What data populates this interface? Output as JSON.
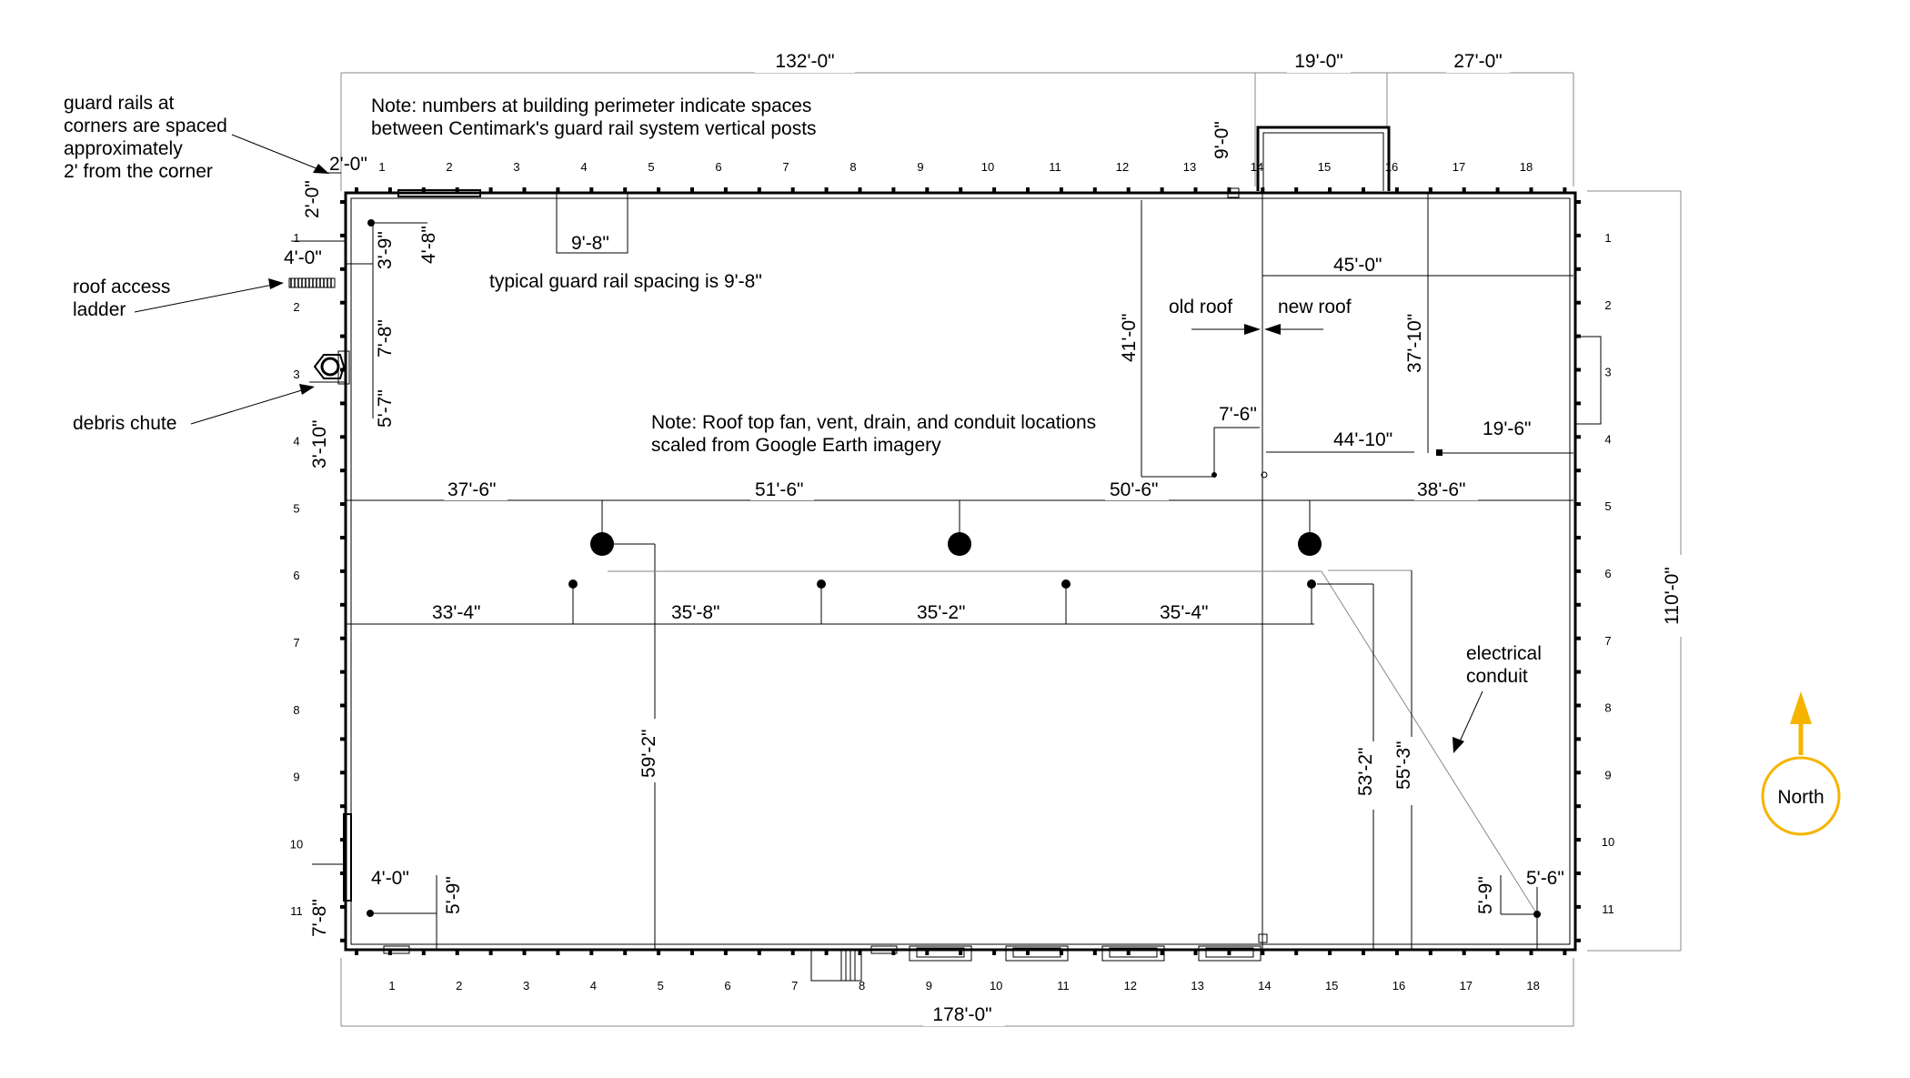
{
  "overall": {
    "top_width": "132'-0\"",
    "top_mid": "19'-0\"",
    "top_right": "27'-0\"",
    "bottom_width": "178'-0\"",
    "right_height": "110'-0\""
  },
  "notes": {
    "perimeter_line1": "Note: numbers at building perimeter indicate spaces",
    "perimeter_line2": "between Centimark's guard rail system vertical posts",
    "typical_spacing": "typical guard rail spacing is 9'-8\"",
    "roof_line1": "Note: Roof top fan, vent, drain, and conduit locations",
    "roof_line2": "scaled from Google Earth imagery"
  },
  "callouts": {
    "guard_line1": "guard rails at",
    "guard_line2": "corners are spaced",
    "guard_line3": "approximately",
    "guard_line4": "2' from the corner",
    "ladder_line1": "roof access",
    "ladder_line2": "ladder",
    "chute": "debris chute",
    "old_roof": "old roof",
    "new_roof": "new roof",
    "conduit_line1": "electrical",
    "conduit_line2": "conduit",
    "north": "North"
  },
  "dims": {
    "corner_h": "2'-0\"",
    "corner_v": "2'-0\"",
    "nine_zero": "9'-0\"",
    "nine_eight": "9'-8\"",
    "three_nine": "3'-9\"",
    "four_eight": "4'-8\"",
    "four_zero_top": "4'-0\"",
    "seven_eight_left": "7'-8\"",
    "five_seven": "5'-7\"",
    "three_ten": "3'-10\"",
    "forty_one": "41'-0\"",
    "forty_five": "45'-0\"",
    "thirty_seven_ten": "37'-10\"",
    "seven_six": "7'-6\"",
    "forty_four_ten": "44'-10\"",
    "nineteen_six": "19'-6\"",
    "row1_a": "37'-6\"",
    "row1_b": "51'-6\"",
    "row1_c": "50'-6\"",
    "row1_d": "38'-6\"",
    "row2_a": "33'-4\"",
    "row2_b": "35'-8\"",
    "row2_c": "35'-2\"",
    "row2_d": "35'-4\"",
    "fifty_nine_two": "59'-2\"",
    "fifty_three_two": "53'-2\"",
    "fifty_five_three": "55'-3\"",
    "four_zero_bottom": "4'-0\"",
    "five_nine_left": "5'-9\"",
    "seven_eight_bottom": "7'-8\"",
    "five_nine_right": "5'-9\"",
    "five_six": "5'-6\""
  },
  "perimeter_numbers": {
    "top": [
      "1",
      "2",
      "3",
      "4",
      "5",
      "6",
      "7",
      "8",
      "9",
      "10",
      "11",
      "12",
      "13",
      "14",
      "15",
      "16",
      "17",
      "18"
    ],
    "bottom": [
      "1",
      "2",
      "3",
      "4",
      "5",
      "6",
      "7",
      "8",
      "9",
      "10",
      "11",
      "12",
      "13",
      "14",
      "15",
      "16",
      "17",
      "18"
    ],
    "left": [
      "1",
      "2",
      "3",
      "4",
      "5",
      "6",
      "7",
      "8",
      "9",
      "10",
      "11"
    ],
    "right": [
      "1",
      "2",
      "3",
      "4",
      "5",
      "6",
      "7",
      "8",
      "9",
      "10",
      "11"
    ]
  },
  "colors": {
    "north_arrow": "#f5b400",
    "line": "#000000"
  }
}
